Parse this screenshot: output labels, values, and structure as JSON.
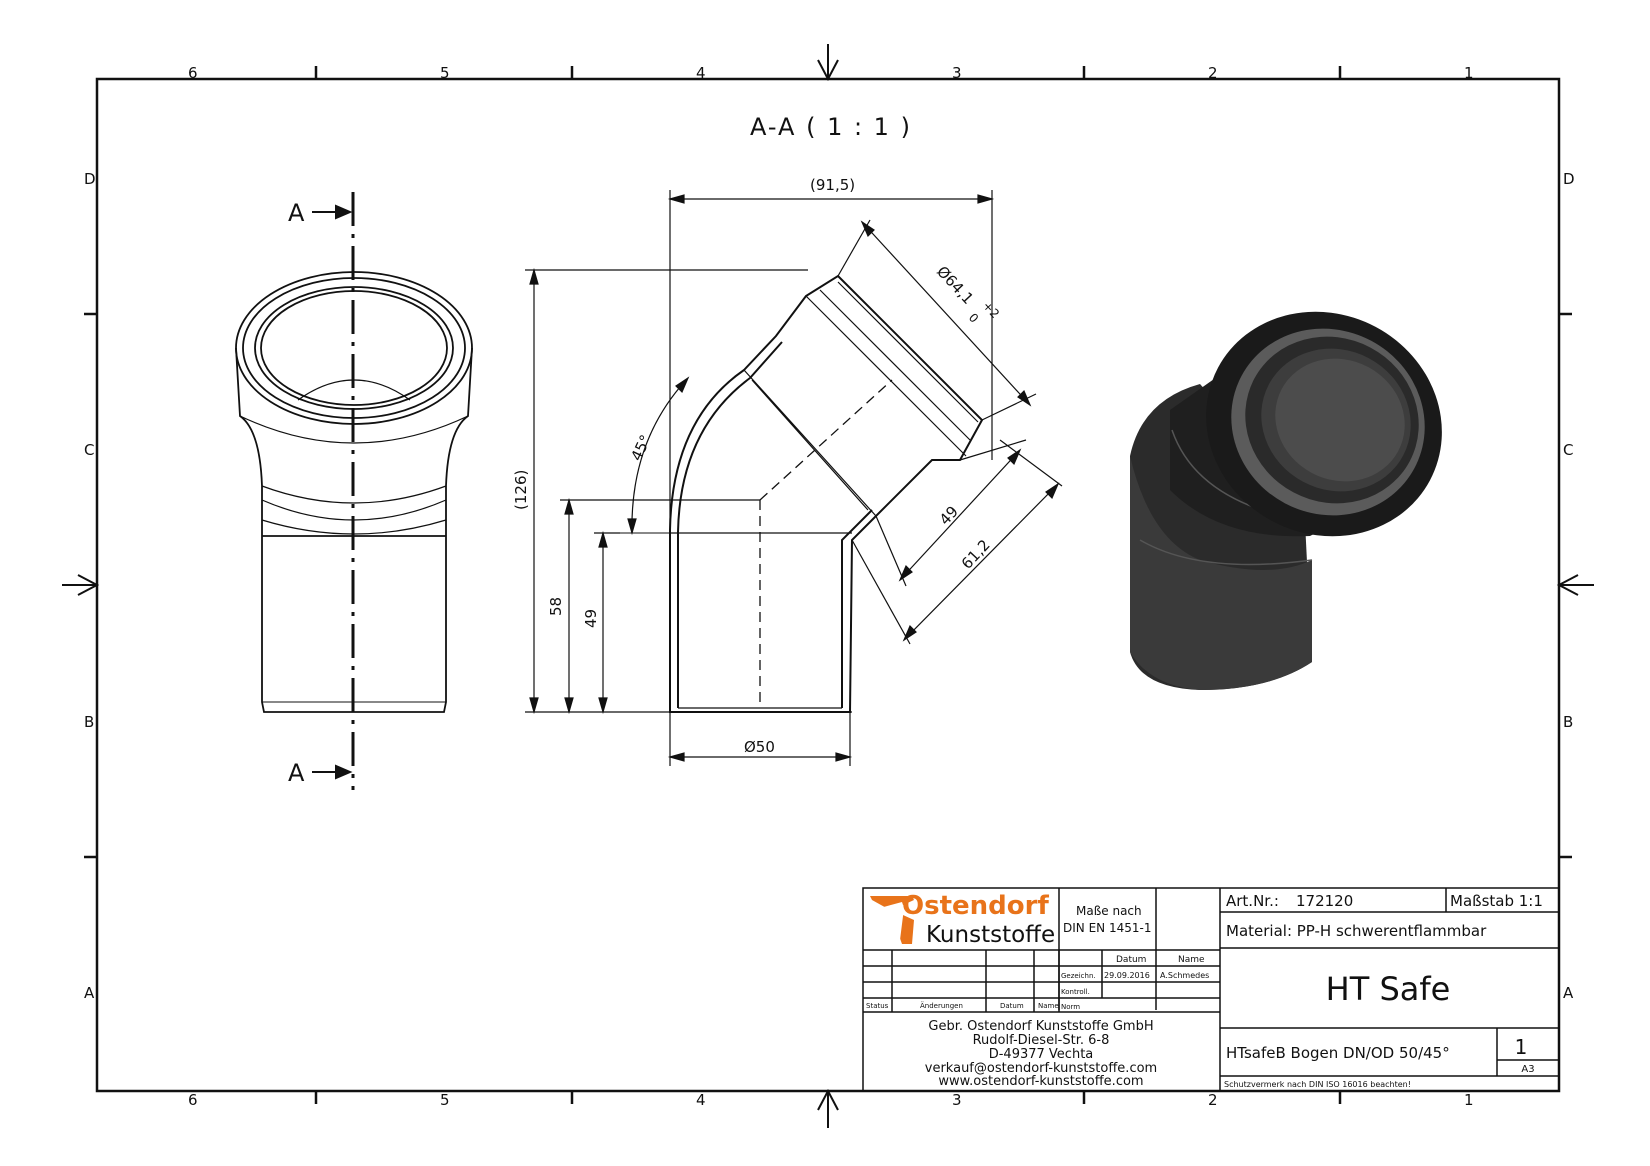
{
  "frame": {
    "col_labels": [
      "6",
      "5",
      "4",
      "3",
      "2",
      "1"
    ],
    "row_labels": [
      "D",
      "C",
      "B",
      "A"
    ]
  },
  "view_title": "A-A ( 1 : 1 )",
  "section_labels": [
    "A",
    "A"
  ],
  "dimensions": {
    "width_top": "(91,5)",
    "height_total": "(126)",
    "height_58": "58",
    "height_49": "49",
    "diameter_50": "Ø50",
    "angle": "45°",
    "socket_diameter": "Ø64,1",
    "socket_tol_upper": "+2",
    "socket_tol_lower": "0",
    "socket_depth": "49",
    "socket_length": "61,2"
  },
  "title_block": {
    "logo_line1": "Ostendorf",
    "logo_line2": "Kunststoffe",
    "masse_nach_1": "Maße nach",
    "masse_nach_2": "DIN EN 1451-1",
    "col_datum": "Datum",
    "col_name": "Name",
    "row_gezeichnet": "Gezeichn.",
    "gezeichnet_datum": "29.09.2016",
    "gezeichnet_name": "A.Schmedes",
    "row_kontroll": "Kontroll.",
    "row_norm": "Norm",
    "col_status": "Status",
    "col_aenderungen": "Änderungen",
    "col_datum2": "Datum",
    "col_name2": "Name",
    "company": "Gebr. Ostendorf Kunststoffe GmbH",
    "street": "Rudolf-Diesel-Str. 6-8",
    "city": "D-49377 Vechta",
    "email": "verkauf@ostendorf-kunststoffe.com",
    "web": "www.ostendorf-kunststoffe.com",
    "art_nr_label": "Art.Nr.:",
    "art_nr": "172120",
    "scale": "Maßstab 1:1",
    "material": "Material: PP-H schwerentflammbar",
    "product": "HT Safe",
    "description": "HTsafeB Bogen DN/OD 50/45°",
    "sheet": "1",
    "format": "A3",
    "protection_note": "Schutzvermerk nach DIN ISO 16016 beachten!"
  },
  "colors": {
    "logo_orange": "#e8731a",
    "part_dark": "#2b2b2b",
    "line": "#111111"
  }
}
